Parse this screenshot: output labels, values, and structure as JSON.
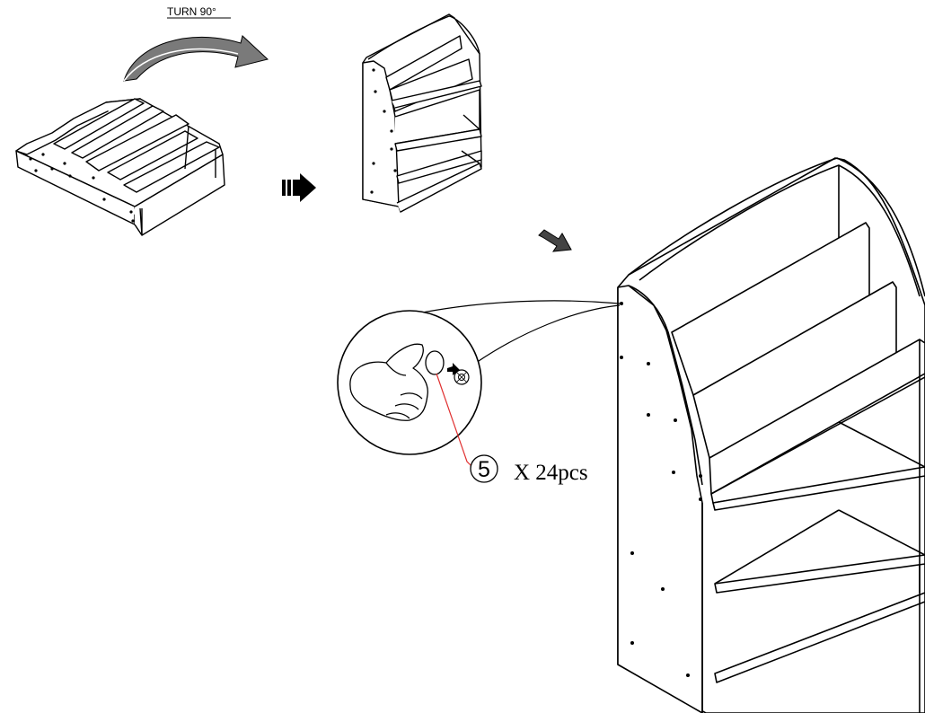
{
  "step": {
    "turn_label": "TURN 90°",
    "part_number": "5",
    "quantity_label": "X 24pcs"
  },
  "colors": {
    "line": "#000000",
    "paper": "#ffffff",
    "rotate_arrow": "#7a7a7a",
    "callout_line": "#e03030"
  },
  "icons": {
    "rotation": "curved-arrow-icon",
    "next_step": "block-arrow-icon",
    "cam_lock_cap": "cap-cover-icon"
  }
}
